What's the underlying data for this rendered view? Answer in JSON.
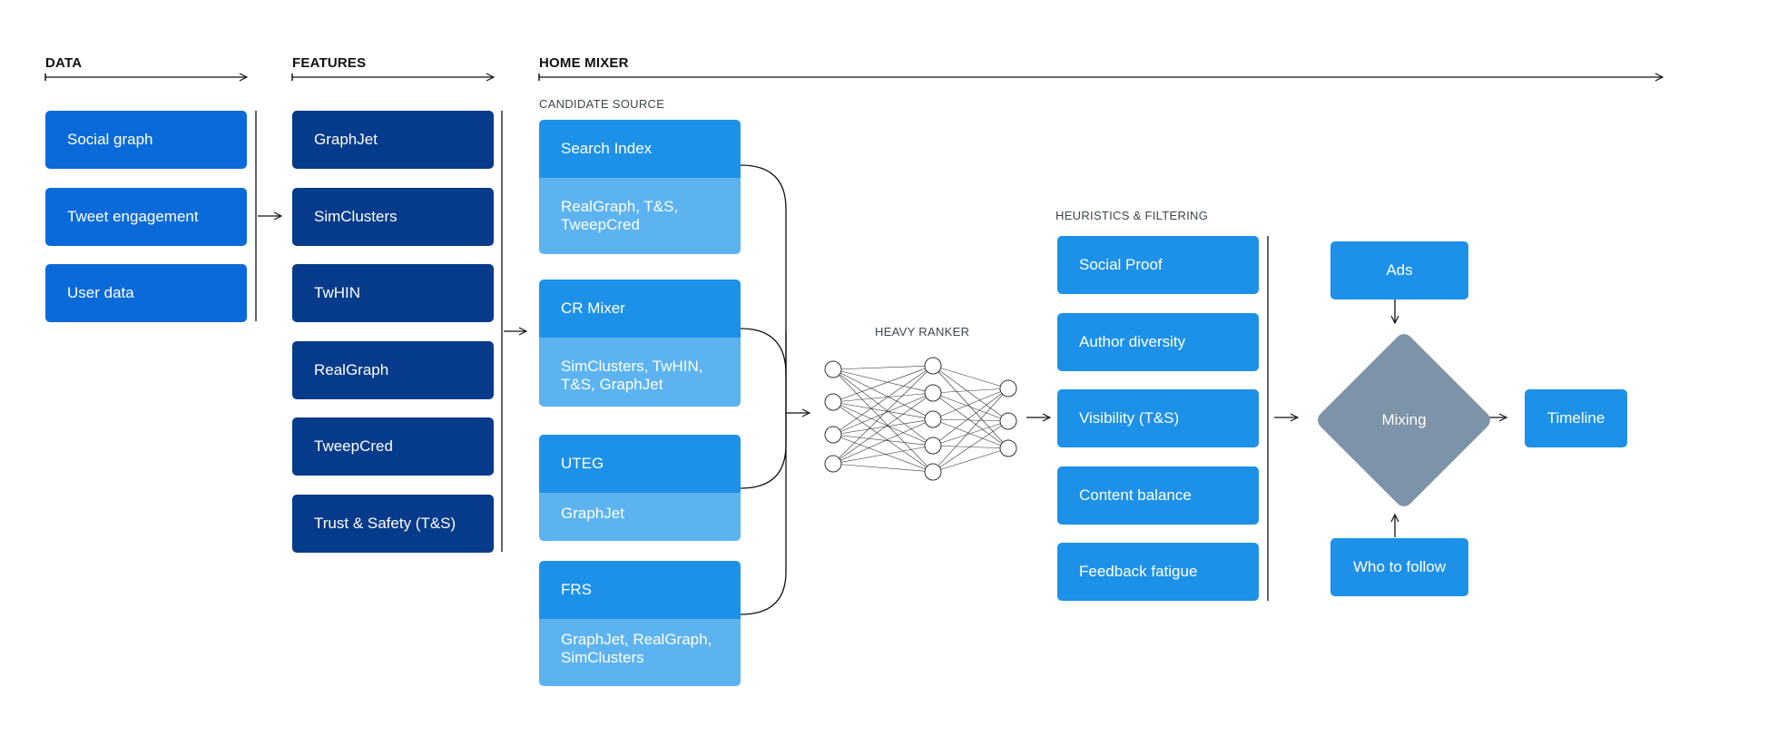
{
  "sections": {
    "data": "DATA",
    "features": "FEATURES",
    "home_mixer": "HOME MIXER"
  },
  "subsections": {
    "candidate_source": "CANDIDATE SOURCE",
    "heavy_ranker": "HEAVY RANKER",
    "heuristics": "HEURISTICS & FILTERING"
  },
  "data_items": [
    "Social graph",
    "Tweet engagement",
    "User data"
  ],
  "feature_items": [
    "GraphJet",
    "SimClusters",
    "TwHIN",
    "RealGraph",
    "TweepCred",
    "Trust & Safety (T&S)"
  ],
  "candidate_sources": [
    {
      "name": "Search Index",
      "detail": "RealGraph, T&S, TweepCred"
    },
    {
      "name": "CR Mixer",
      "detail": "SimClusters, TwHIN, T&S, GraphJet"
    },
    {
      "name": "UTEG",
      "detail": "GraphJet"
    },
    {
      "name": "FRS",
      "detail": "GraphJet, RealGraph, SimClusters"
    }
  ],
  "heuristics_items": [
    "Social Proof",
    "Author diversity",
    "Visibility (T&S)",
    "Content balance",
    "Feedback fatigue"
  ],
  "mixing": {
    "label": "Mixing",
    "top_input": "Ads",
    "bottom_input": "Who to follow",
    "output": "Timeline"
  },
  "colors": {
    "data_box": "#0b6ad9",
    "feature_box": "#063a8a",
    "candidate_header": "#1d91e8",
    "candidate_body": "#5cb3f0",
    "mixing_diamond": "#7c93a8"
  }
}
